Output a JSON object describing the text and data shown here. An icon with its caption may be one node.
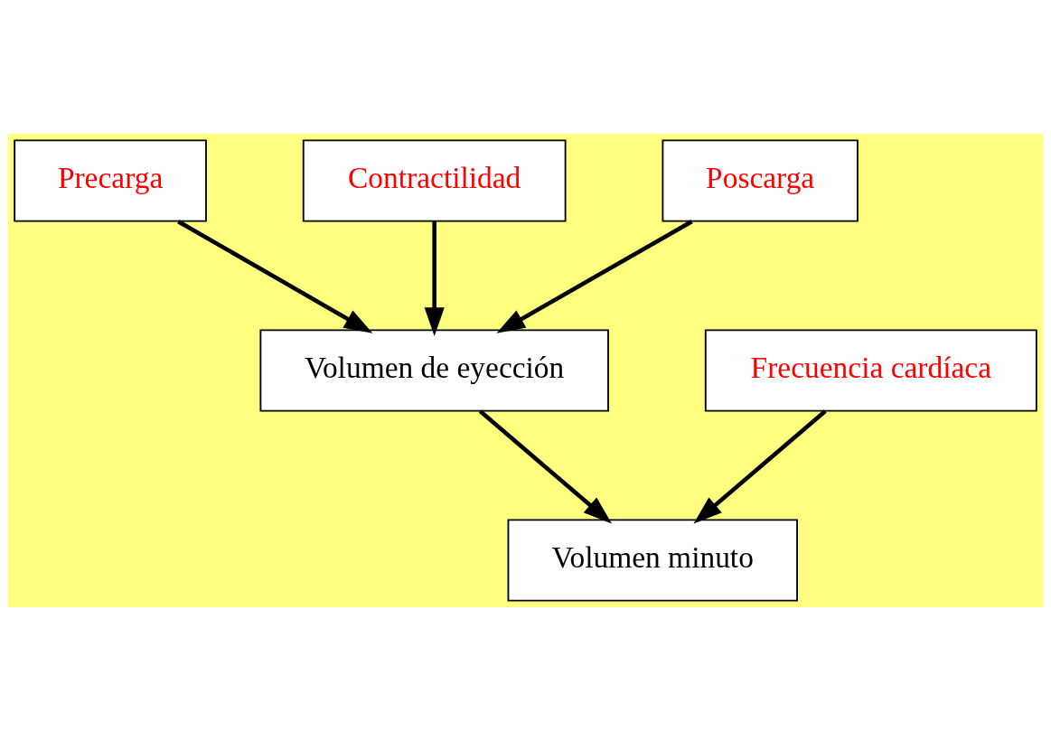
{
  "diagram": {
    "nodes": [
      {
        "text": [
          "Precarga"
        ]
      },
      {
        "text": [
          "Contractilidad"
        ]
      },
      {
        "text": [
          "Poscarga"
        ]
      },
      {
        "text": [
          "Volumen de eyección"
        ]
      },
      {
        "text": [
          "Frecuencia cardíaca"
        ]
      },
      {
        "text": [
          "Volumen minuto"
        ]
      }
    ],
    "edges": [
      {
        "from": 0,
        "to": 3,
        "arrow": "to"
      },
      {
        "from": 1,
        "to": 3,
        "arrow": "to"
      },
      {
        "from": 2,
        "to": 3,
        "arrow": "to"
      },
      {
        "from": 3,
        "to": 5,
        "arrow": "to"
      },
      {
        "from": 4,
        "to": 5,
        "arrow": "to"
      }
    ]
  }
}
